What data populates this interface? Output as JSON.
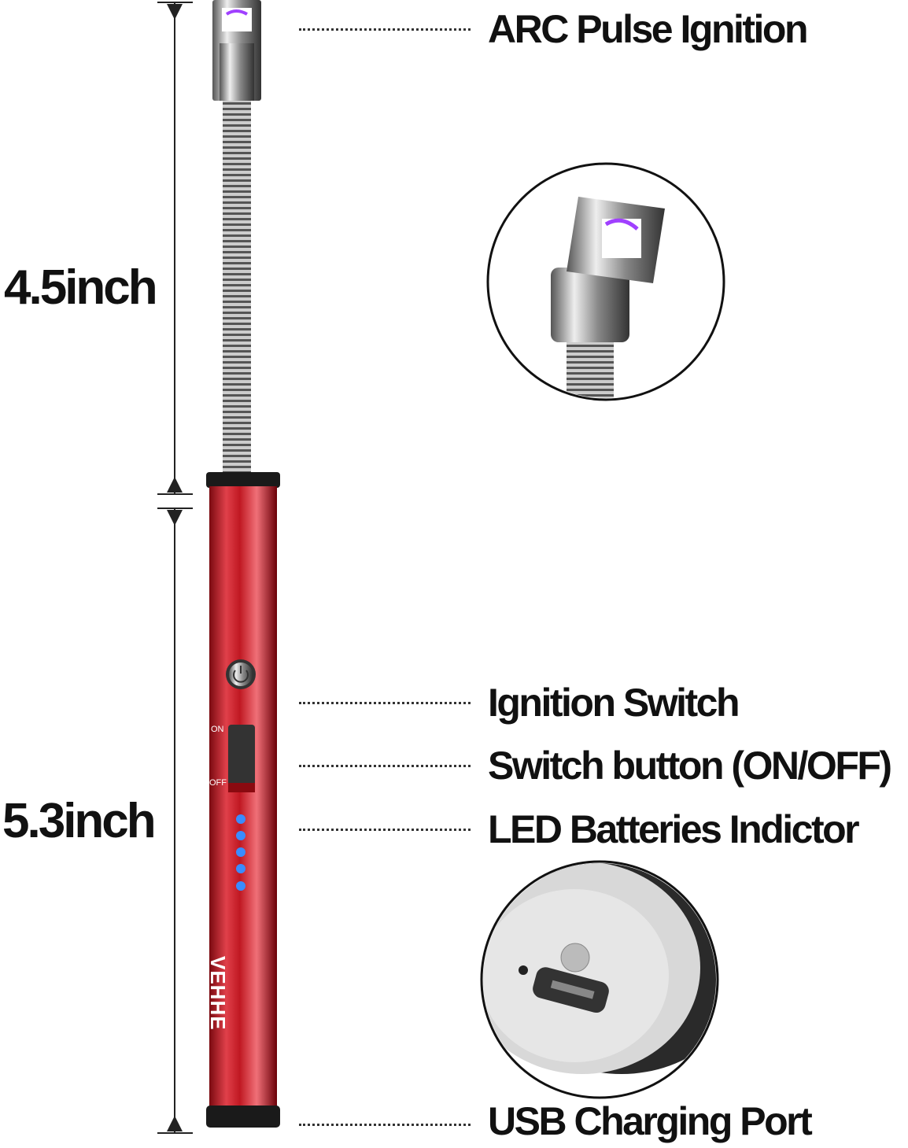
{
  "dimensions": {
    "upper": "4.5inch",
    "lower": "5.3inch"
  },
  "labels": [
    {
      "text": "ARC Pulse Ignition"
    },
    {
      "text": "Ignition Switch"
    },
    {
      "text": "Switch button (ON/OFF)"
    },
    {
      "text": "LED Batteries Indictor"
    },
    {
      "text": "USB Charging Port"
    }
  ],
  "product": {
    "brand": "VEHHE",
    "switch_on": "ON",
    "switch_off": "OFF",
    "body_color": "#b3141c",
    "led_color": "#3a8cff",
    "arc_color": "#a040ff"
  }
}
